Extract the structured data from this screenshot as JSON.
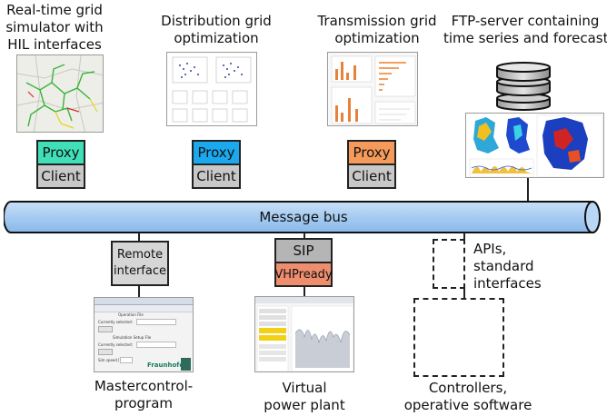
{
  "top_labels": {
    "rt": [
      "Real-time grid",
      "simulator with",
      "HIL interfaces"
    ],
    "dist": [
      "Distribution grid",
      "optimization"
    ],
    "trans": [
      "Transmission grid",
      "optimization"
    ],
    "ftp": [
      "FTP-server containing",
      "time series and forecasts"
    ]
  },
  "proxy_label": "Proxy",
  "client_label": "Client",
  "bus_label": "Message bus",
  "remote_interface": [
    "Remote",
    "interface"
  ],
  "sip_label": "SIP",
  "vhpready_label": "VHPready",
  "apis_label": [
    "APIs,",
    "standard",
    "interfaces"
  ],
  "bottom_labels": {
    "master": [
      "Mastercontrol-",
      "program"
    ],
    "vpp": [
      "Virtual",
      "power plant"
    ],
    "controllers": [
      "Controllers,",
      "operative software"
    ]
  },
  "mastercontrol_window": {
    "section1": "Operation File",
    "section2": "Simulation Setup File",
    "field1": "Currently selected:",
    "field2": "Currently selected:",
    "field3": "Sim speed [ms]",
    "logo": "Fraunhofer"
  },
  "colors": {
    "proxy_rt": "#3fe0b8",
    "proxy_dist": "#1aa9ee",
    "proxy_trans": "#f59a5a",
    "client": "#c8c8c8",
    "remote": "#d6d6d6",
    "sip": "#b5b5b5",
    "vhpready": "#ef8e6e",
    "bus": "#a9cdf2"
  },
  "icons": [
    "database-icon",
    "fraunhofer-logo"
  ]
}
